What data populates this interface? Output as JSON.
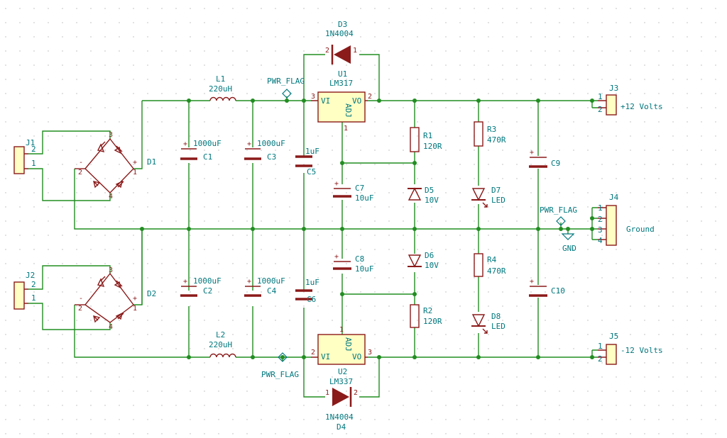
{
  "schematic": {
    "title": "",
    "components": {
      "J1": {
        "ref": "J1",
        "pins": [
          "2",
          "1"
        ]
      },
      "J2": {
        "ref": "J2",
        "pins": [
          "2",
          "1"
        ]
      },
      "J3": {
        "ref": "J3",
        "value": "+12 Volts",
        "pins": [
          "1",
          "2"
        ]
      },
      "J4": {
        "ref": "J4",
        "value": "Ground",
        "pins": [
          "1",
          "2",
          "3",
          "4"
        ]
      },
      "J5": {
        "ref": "J5",
        "value": "-12 Volts",
        "pins": [
          "1",
          "2"
        ]
      },
      "D1": {
        "ref": "D1",
        "pins": [
          "3",
          "1",
          "2",
          "4"
        ]
      },
      "D2": {
        "ref": "D2",
        "pins": [
          "3",
          "1",
          "2",
          "4"
        ]
      },
      "D3": {
        "ref": "D3",
        "value": "1N4004",
        "pins": [
          "2",
          "1"
        ]
      },
      "D4": {
        "ref": "D4",
        "value": "1N4004",
        "pins": [
          "1",
          "2"
        ]
      },
      "L1": {
        "ref": "L1",
        "value": "220uH"
      },
      "L2": {
        "ref": "L2",
        "value": "220uH"
      },
      "C1": {
        "ref": "C1",
        "value": "1000uF"
      },
      "C2": {
        "ref": "C2",
        "value": "1000uF"
      },
      "C3": {
        "ref": "C3",
        "value": "1000uF"
      },
      "C4": {
        "ref": "C4",
        "value": "1000uF"
      },
      "C5": {
        "ref": "C5",
        "value": "1uF"
      },
      "C6": {
        "ref": "C6",
        "value": "1uF"
      },
      "C7": {
        "ref": "C7",
        "value": "10uF"
      },
      "C8": {
        "ref": "C8",
        "value": "10uF"
      },
      "C9": {
        "ref": "C9"
      },
      "C10": {
        "ref": "C10"
      },
      "U1": {
        "ref": "U1",
        "value": "LM317",
        "pin_vi": "VI",
        "pin_vo": "VO",
        "pin_adj": "ADJ",
        "pins": [
          "3",
          "2",
          "1"
        ]
      },
      "U2": {
        "ref": "U2",
        "value": "LM337",
        "pin_vi": "VI",
        "pin_vo": "VO",
        "pin_adj": "ADJ",
        "pins": [
          "2",
          "3",
          "1"
        ]
      },
      "R1": {
        "ref": "R1",
        "value": "120R"
      },
      "R2": {
        "ref": "R2",
        "value": "120R"
      },
      "R3": {
        "ref": "R3",
        "value": "470R"
      },
      "R4": {
        "ref": "R4",
        "value": "470R"
      },
      "D5": {
        "ref": "D5",
        "value": "10V"
      },
      "D6": {
        "ref": "D6",
        "value": "10V"
      },
      "D7": {
        "ref": "D7",
        "value": "LED"
      },
      "D8": {
        "ref": "D8",
        "value": "LED"
      }
    },
    "flags": {
      "pwr_flag": "PWR_FLAG",
      "gnd": "GND"
    },
    "symbols": {
      "plus": "+",
      "minus": "-"
    },
    "colors": {
      "wire": "#218d21",
      "component": "#8b1a1a",
      "body_fill": "#ffffc4",
      "label": "#00787e",
      "grid_dot": "#b5b5b5"
    }
  }
}
